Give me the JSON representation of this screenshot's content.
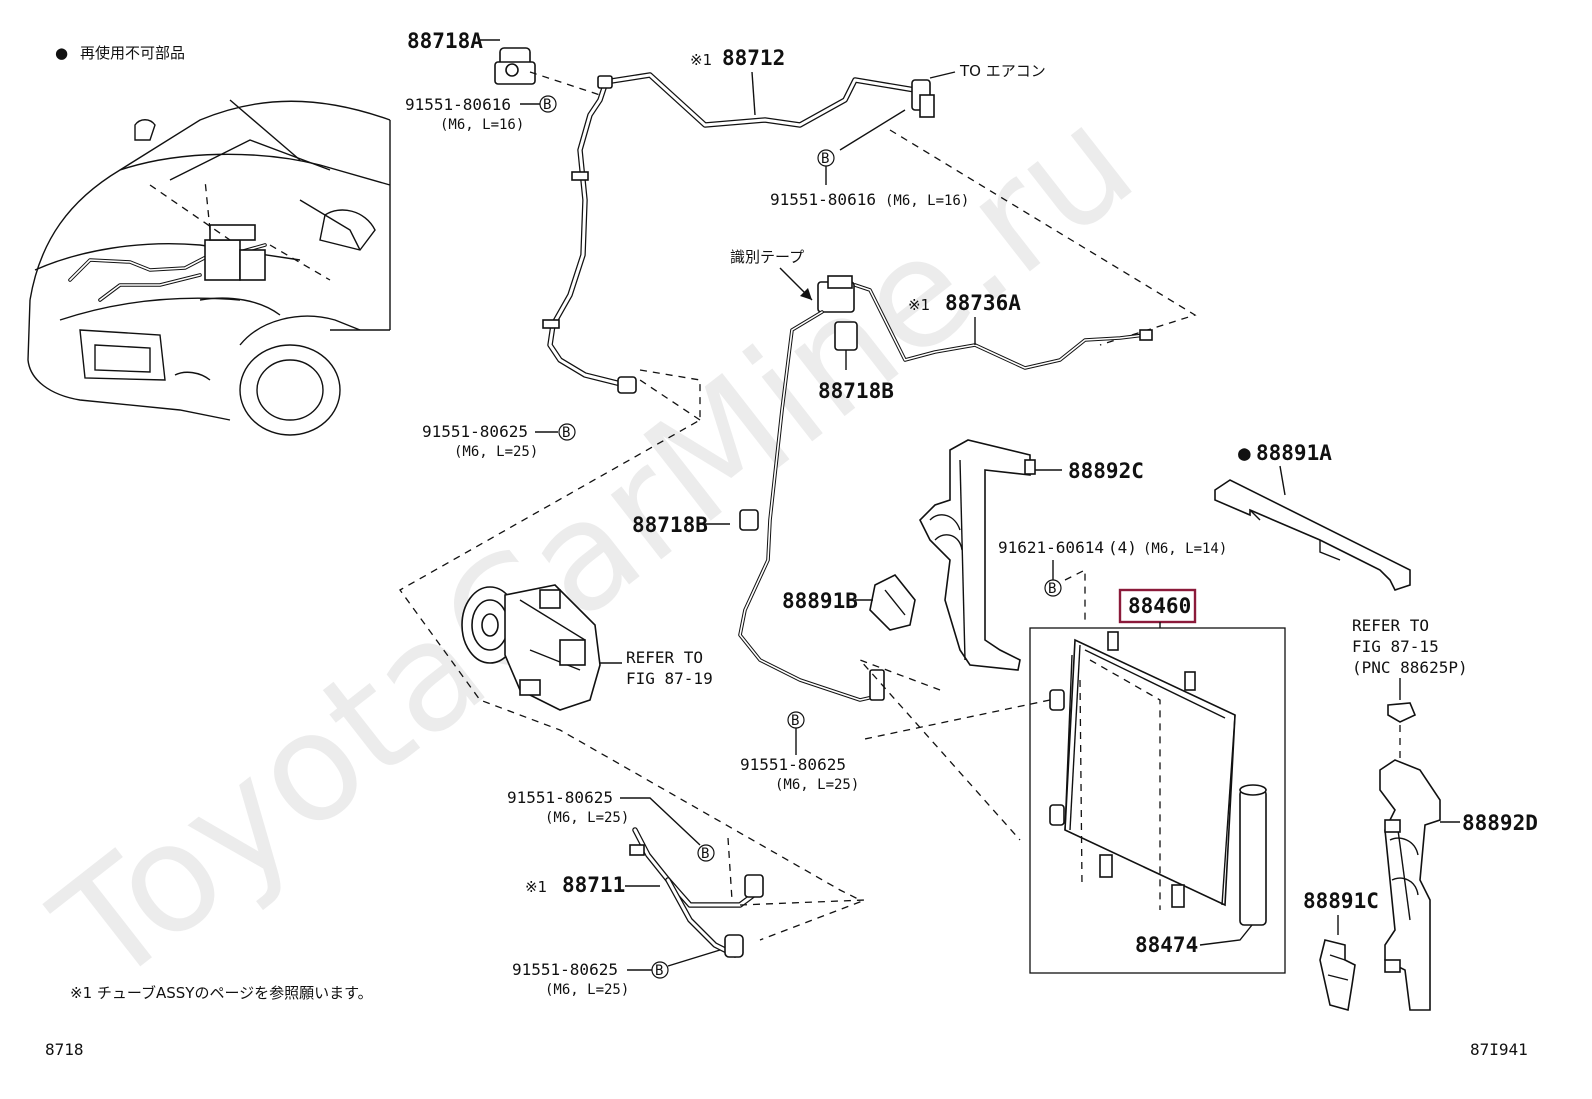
{
  "header": {
    "legend_symbol": "●",
    "legend_text": "再使用不可部品"
  },
  "footer": {
    "note": "※1 チューブASSYのページを参照願います。",
    "fig_left": "8718",
    "fig_right": "87I941"
  },
  "watermark": "ToyotaCarMine.ru",
  "bolt_symbol": "B",
  "labels": {
    "p88718A": "88718A",
    "b_80616_a": "91551-80616",
    "b_80616_a_spec": "(M6, L=16)",
    "p88712_mark": "※1",
    "p88712": "88712",
    "to_aircon": "TO エアコン",
    "b_80616_b": "91551-80616",
    "b_80616_b_spec": "(M6, L=16)",
    "id_tape": "識別テープ",
    "p88736A_mark": "※1",
    "p88736A": "88736A",
    "p88718B_top": "88718B",
    "b_80625_a": "91551-80625",
    "b_80625_a_spec": "(M6, L=25)",
    "p88892C": "88892C",
    "p88891A_mark": "●",
    "p88891A": "88891A",
    "p88718B_mid": "88718B",
    "b_60614": "91621-60614",
    "b_60614_qty": "(4)",
    "b_60614_spec": "(M6, L=14)",
    "p88460": "88460",
    "p88891B": "88891B",
    "refer_1_line1": "REFER TO",
    "refer_1_line2": "FIG 87-19",
    "refer_2_line1": "REFER TO",
    "refer_2_line2": "FIG 87-15",
    "refer_2_line3": "(PNC 88625P)",
    "b_80625_b": "91551-80625",
    "b_80625_b_spec": "(M6, L=25)",
    "b_80625_c": "91551-80625",
    "b_80625_c_spec": "(M6, L=25)",
    "p88711_mark": "※1",
    "p88711": "88711",
    "p88892D": "88892D",
    "p88891C": "88891C",
    "p88474": "88474",
    "b_80625_d": "91551-80625",
    "b_80625_d_spec": "(M6, L=25)"
  },
  "colors": {
    "highlight_box": "#8b1a3a",
    "line": "#111111"
  }
}
